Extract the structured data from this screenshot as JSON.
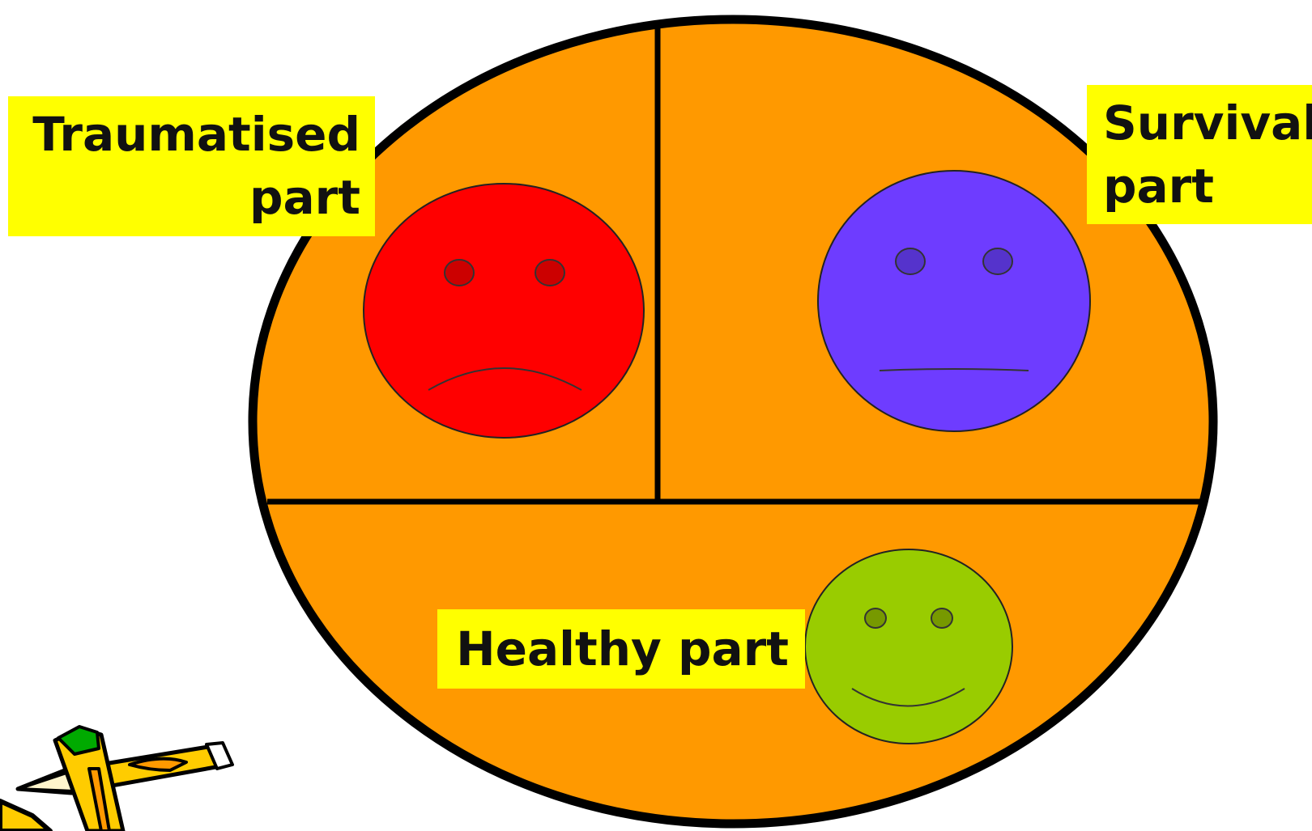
{
  "labels": {
    "traumatised": "Traumatised part",
    "survival": "Survival part",
    "healthy": "Healthy part"
  },
  "faces": {
    "traumatised": {
      "expression": "sad",
      "color": "#ff0000",
      "eye_color": "#cc0000"
    },
    "survival": {
      "expression": "neutral",
      "color": "#6e3cff",
      "eye_color": "#5533cc"
    },
    "healthy": {
      "expression": "happy",
      "color": "#99cc00",
      "eye_color": "#779900"
    }
  },
  "colors": {
    "ellipse_fill": "#ff9900",
    "outline": "#000000",
    "label_background": "#ffff00"
  },
  "clipart": {
    "icon": "pencil-clipart-icon"
  }
}
